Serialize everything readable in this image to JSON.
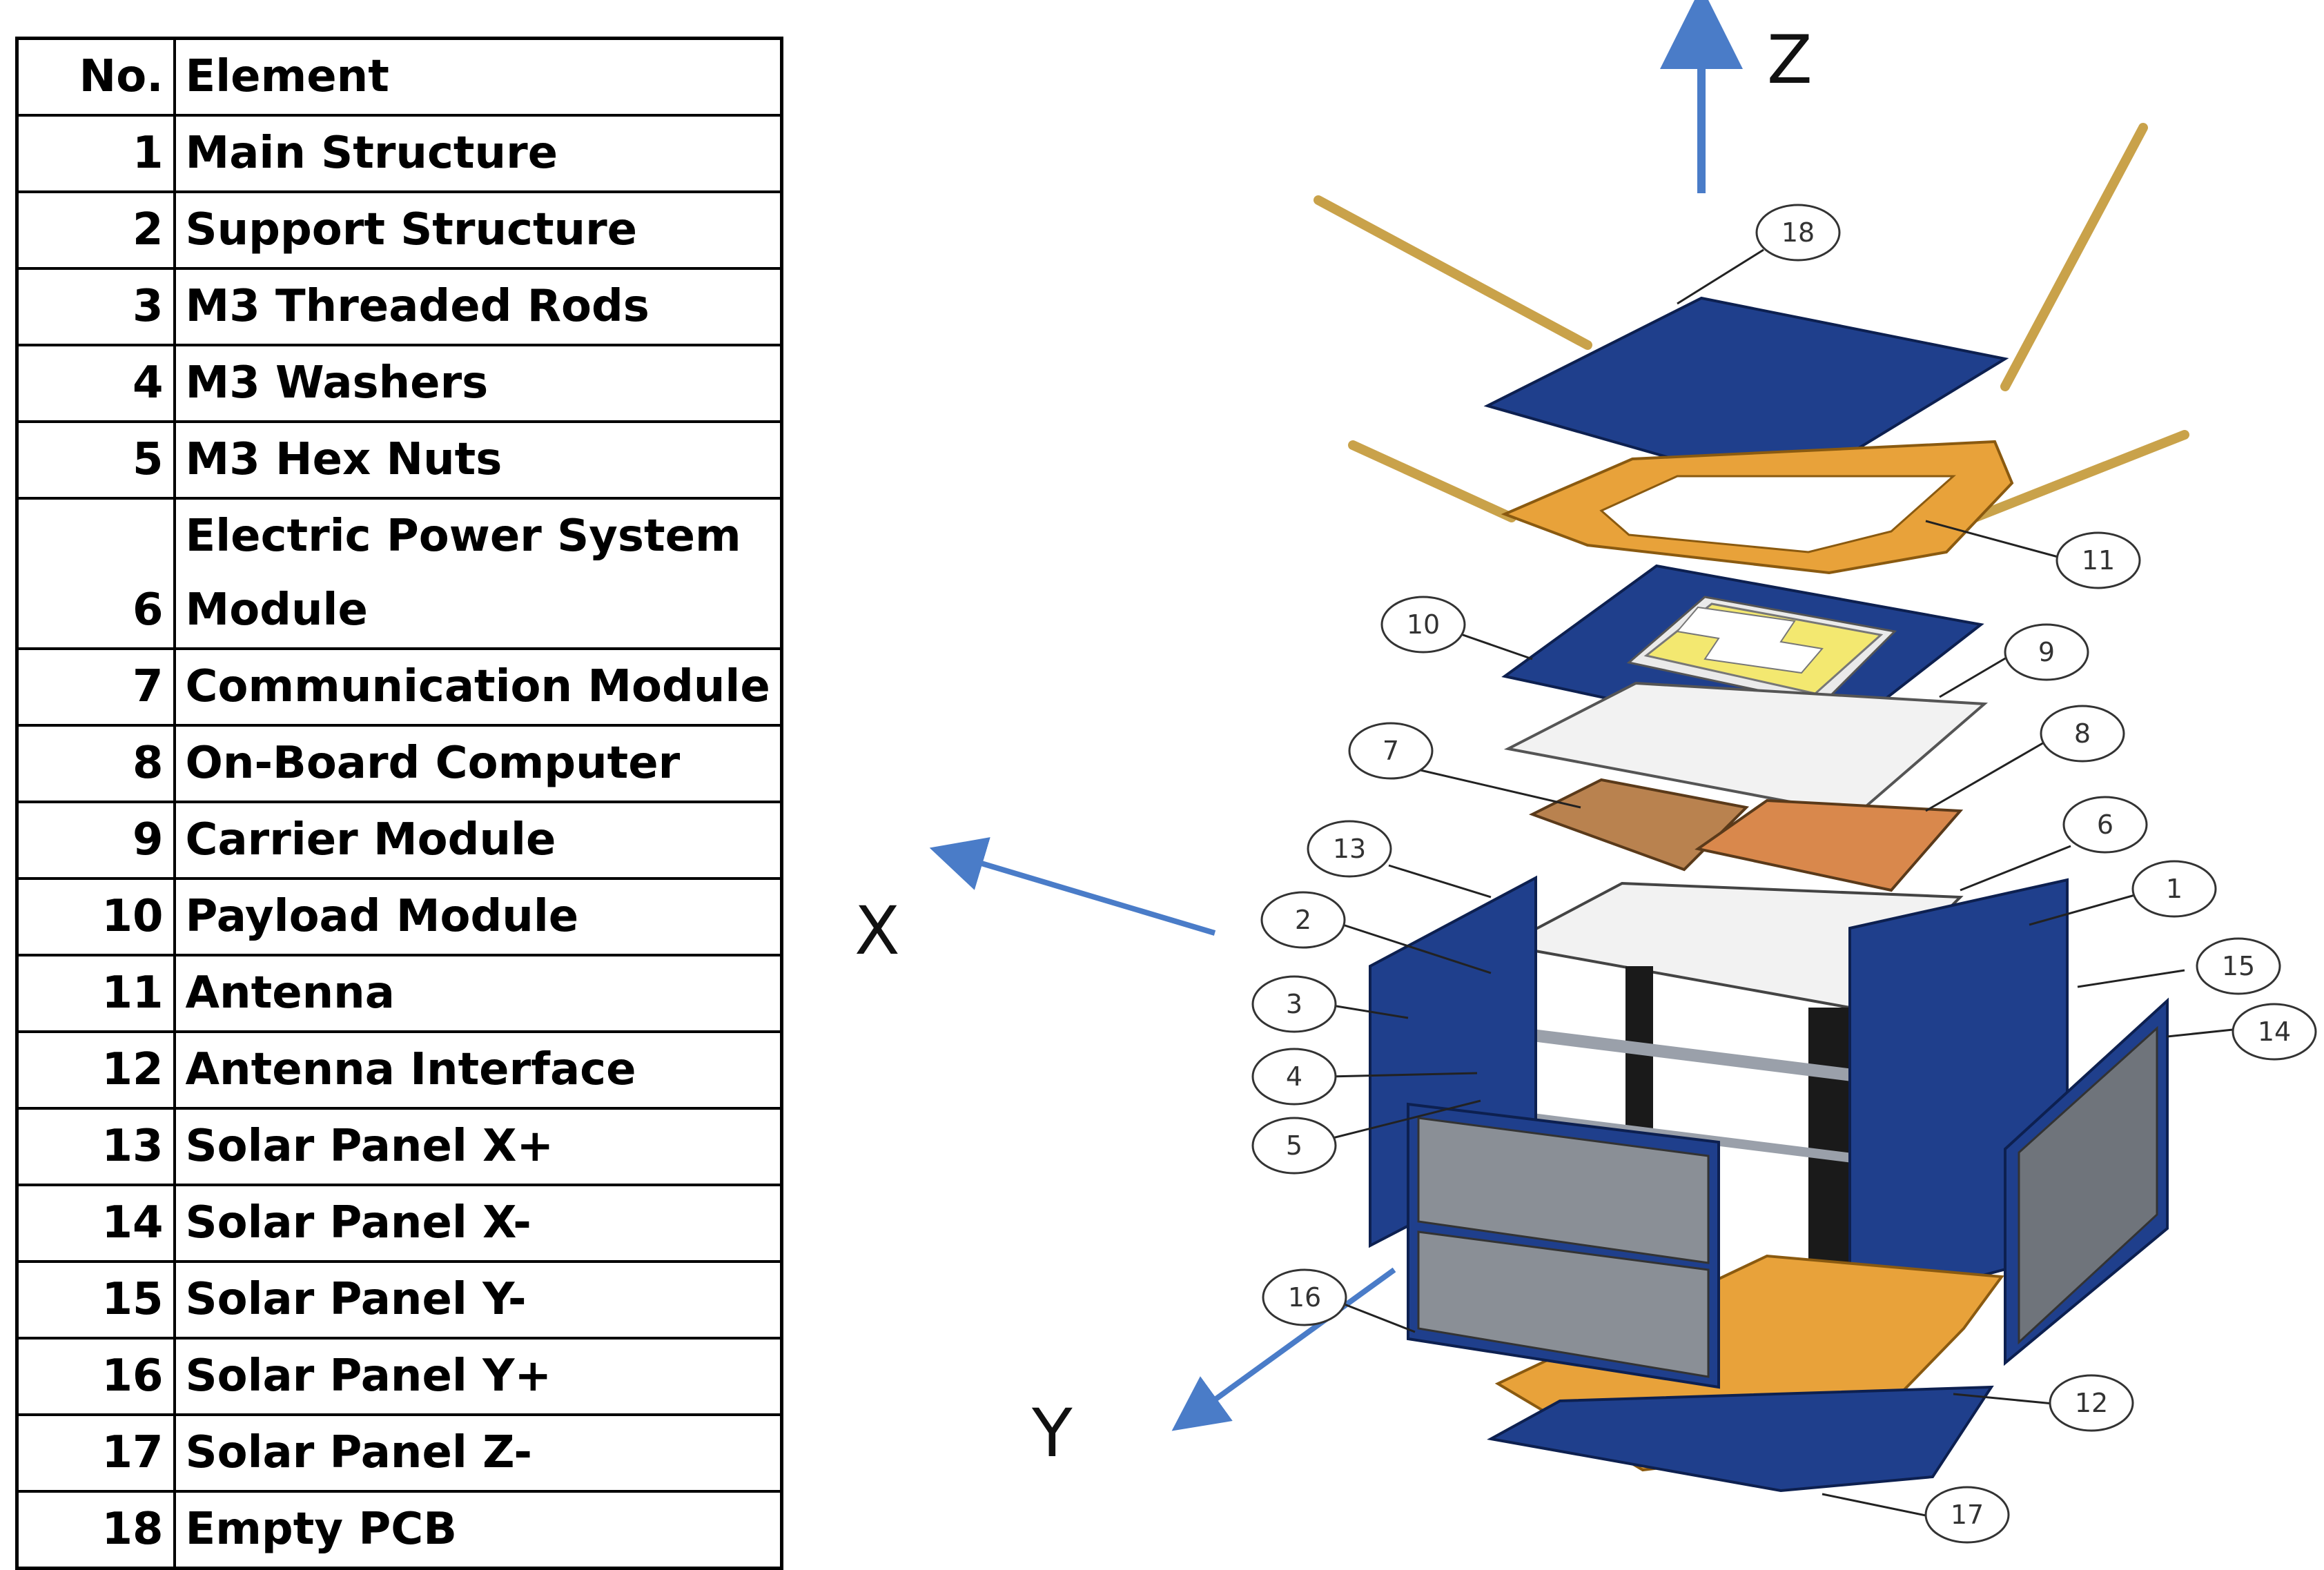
{
  "table": {
    "headers": {
      "no": "No.",
      "element": "Element"
    },
    "rows": [
      {
        "no": "1",
        "element": "Main Structure"
      },
      {
        "no": "2",
        "element": "Support Structure"
      },
      {
        "no": "3",
        "element": "M3 Threaded Rods"
      },
      {
        "no": "4",
        "element": "M3 Washers"
      },
      {
        "no": "5",
        "element": "M3 Hex Nuts"
      },
      {
        "no": "6",
        "element": "Electric Power System Module"
      },
      {
        "no": "7",
        "element": "Communication Module"
      },
      {
        "no": "8",
        "element": "On-Board Computer"
      },
      {
        "no": "9",
        "element": "Carrier Module"
      },
      {
        "no": "10",
        "element": "Payload Module"
      },
      {
        "no": "11",
        "element": "Antenna"
      },
      {
        "no": "12",
        "element": "Antenna Interface"
      },
      {
        "no": "13",
        "element": "Solar Panel X+"
      },
      {
        "no": "14",
        "element": "Solar Panel X-"
      },
      {
        "no": "15",
        "element": "Solar Panel Y-"
      },
      {
        "no": "16",
        "element": "Solar Panel Y+"
      },
      {
        "no": "17",
        "element": "Solar Panel Z-"
      },
      {
        "no": "18",
        "element": "Empty PCB"
      }
    ]
  },
  "diagram": {
    "axes": {
      "z": "Z",
      "x": "X",
      "y": "Y"
    },
    "callouts": [
      "18",
      "11",
      "10",
      "9",
      "7",
      "8",
      "13",
      "6",
      "1",
      "2",
      "15",
      "3",
      "14",
      "4",
      "5",
      "16",
      "12",
      "17"
    ],
    "colors": {
      "panel_blue": "#1f3f8c",
      "frame_orange": "#e8a23a",
      "antenna_gold": "#c9a24a",
      "copper": "#c87a48",
      "axis_arrow": "#4a7cc8"
    }
  }
}
